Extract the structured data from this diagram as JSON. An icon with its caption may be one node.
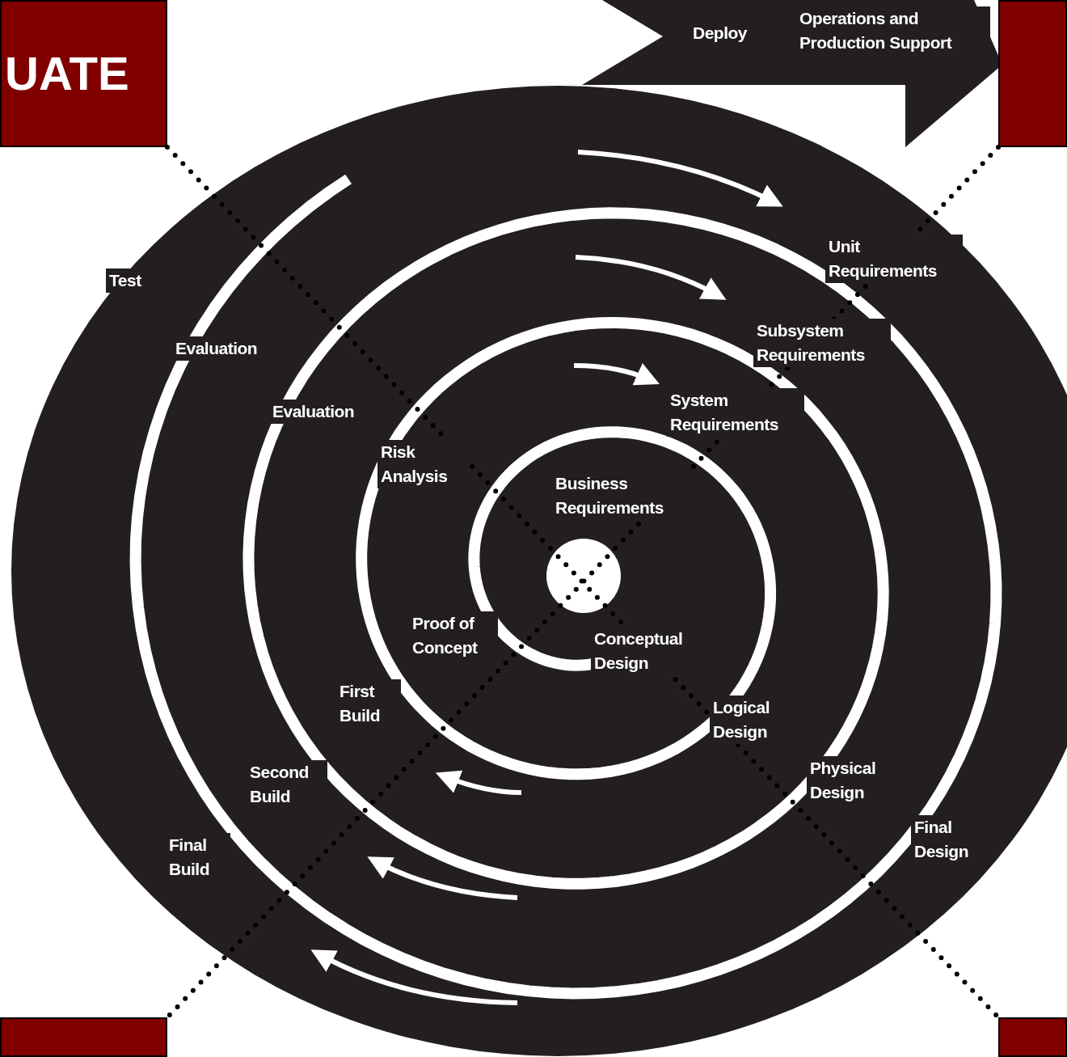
{
  "diagram": {
    "nodes": [
      {
        "text": [
          "UATE"
        ]
      },
      {
        "text": [],
        "shape": "box"
      },
      {
        "text": [],
        "shape": "box"
      },
      {
        "text": [],
        "shape": "box"
      }
    ],
    "edges": [
      {
        "from": 0,
        "to": 3,
        "arrow": "none",
        "style": "dashed"
      },
      {
        "from": 1,
        "to": 2,
        "arrow": "none",
        "style": "dashed"
      }
    ],
    "labels": [
      "Deploy",
      "Operations and Production Support",
      "Test",
      "Unit Requirements",
      "Evaluation",
      "Subsystem Requirements",
      "Evaluation",
      "System Requirements",
      "Risk Analysis",
      "Business Requirements",
      "Proof of Concept",
      "Conceptual Design",
      "First Build",
      "Logical Design",
      "Physical Design",
      "Second Build",
      "Final Design",
      "Final Build"
    ]
  }
}
